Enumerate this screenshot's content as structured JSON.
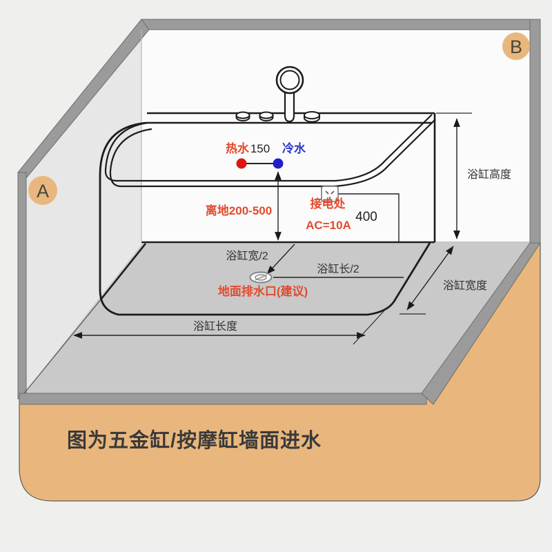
{
  "diagram": {
    "wall_a_badge": "A",
    "wall_b_badge": "B",
    "caption": "图为五金缸/按摩缸墙面进水"
  },
  "labels": {
    "hot_water": "热水",
    "inlet_spacing": "150",
    "cold_water": "冷水",
    "inlet_height": "离地200-500",
    "power_point": "接电处",
    "power_rating": "AC=10A",
    "power_height": "400",
    "tub_height": "浴缸高度",
    "tub_half_width": "浴缸宽/2",
    "tub_half_length": "浴缸长/2",
    "floor_drain": "地面排水口(建议)",
    "tub_length": "浴缸长度",
    "tub_width": "浴缸宽度"
  },
  "icons": {
    "shower_head": "shower-head-icon",
    "power_socket": "power-socket-icon",
    "floor_drain": "drain-icon"
  },
  "colors": {
    "accent_orange": "#e9b77d",
    "hot_red": "#dd1510",
    "cold_blue": "#2020cc",
    "label_red": "#e24a2e",
    "label_blue": "#2b36c8",
    "back_wall_white": "#fbfbfb",
    "side_wall_gray": "#e7e7e7",
    "floor_gray": "#c9c9c9",
    "frame_gray": "#9b9b9b"
  }
}
